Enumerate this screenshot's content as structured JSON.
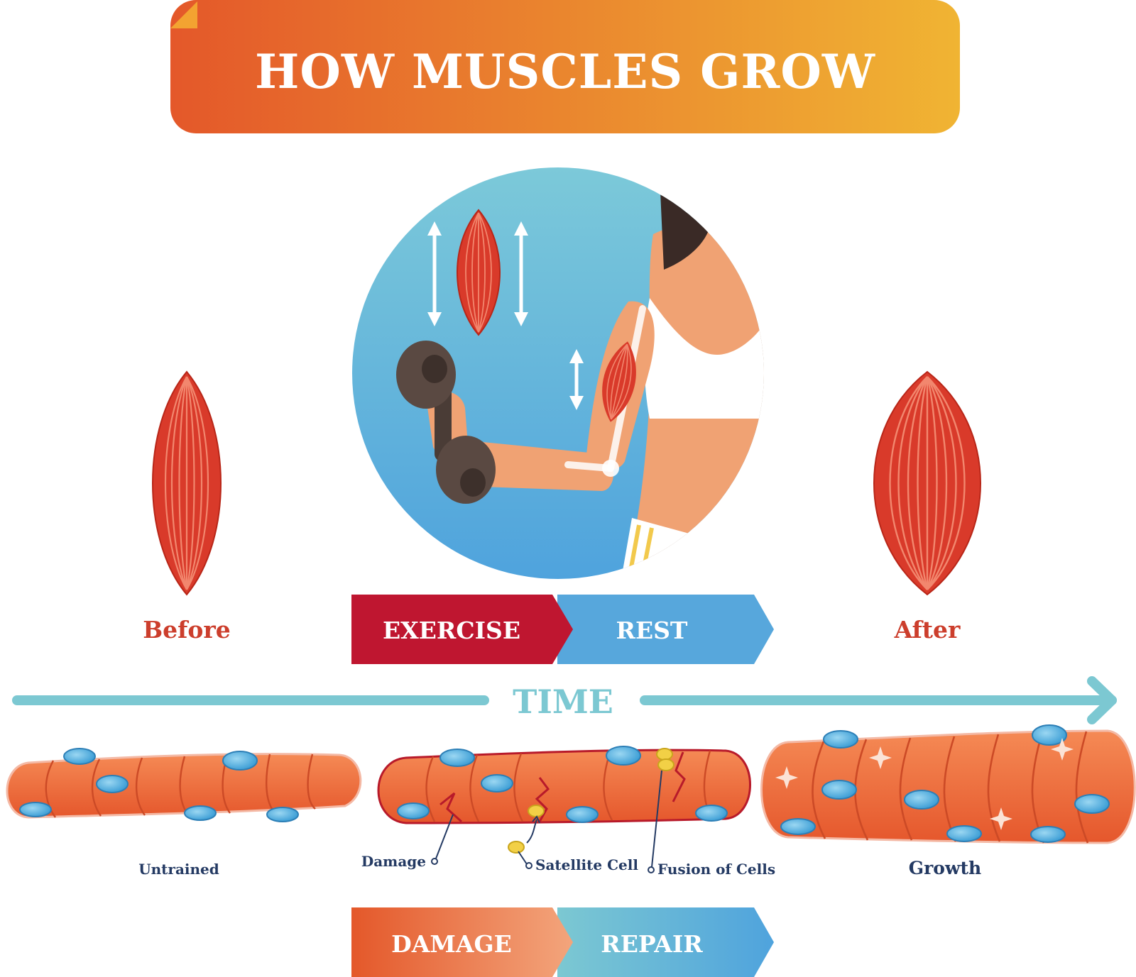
{
  "title": "HOW MUSCLES GROW",
  "labels": {
    "before": "Before",
    "after": "After",
    "time": "TIME"
  },
  "phases": {
    "exercise": "EXERCISE",
    "rest": "REST",
    "damage": "DAMAGE",
    "repair": "REPAIR"
  },
  "fibers": {
    "untrained": "Untrained",
    "damage": "Damage",
    "satellite_cell": "Satellite Cell",
    "fusion_of_cells": "Fusion of Cells",
    "growth": "Growth"
  },
  "colors": {
    "title_start": "#e4582a",
    "title_end": "#f0b433",
    "exercise": "#bf1630",
    "rest": "#57a7dc",
    "muscle_red": "#d93a2a",
    "fiber_orange": "#ee6a3a",
    "nucleus_blue": "#5fb7e4",
    "time_teal": "#7cc8d2"
  }
}
